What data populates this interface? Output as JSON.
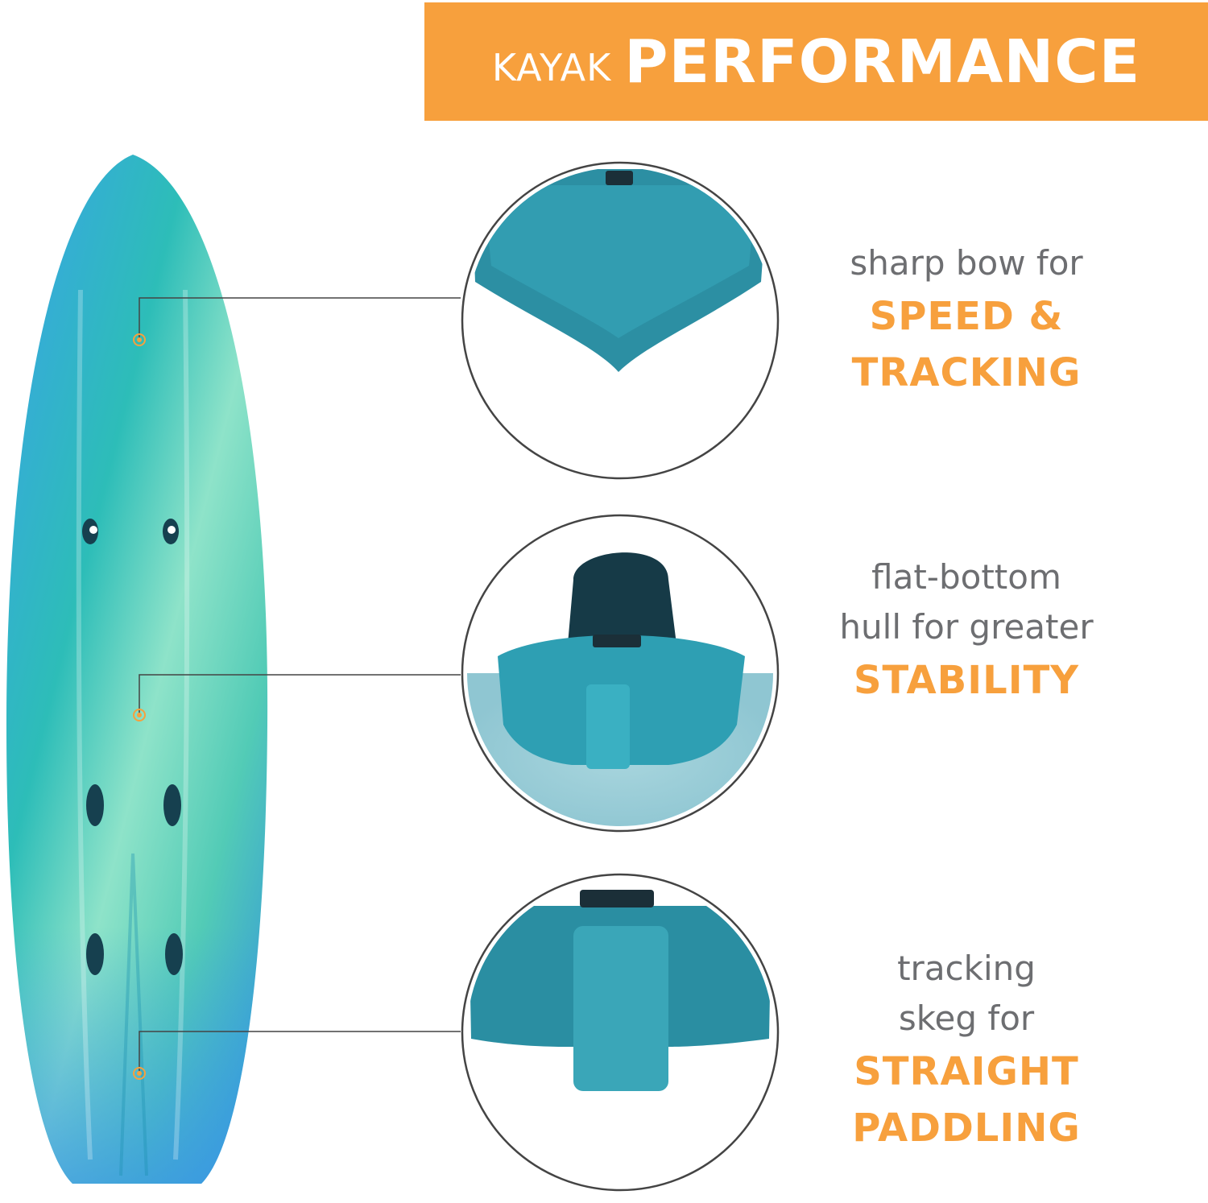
{
  "header": {
    "title_prefix": "KAYAK",
    "title_main": "PERFORMANCE",
    "banner_color": "#f7a03d"
  },
  "features": [
    {
      "pre_lines": [
        "sharp bow for"
      ],
      "highlight_lines": [
        "SPEED &",
        "TRACKING"
      ],
      "icon": "bow-icon"
    },
    {
      "pre_lines": [
        "flat-bottom",
        "hull for greater"
      ],
      "highlight_lines": [
        "STABILITY"
      ],
      "icon": "hull-icon"
    },
    {
      "pre_lines": [
        "tracking",
        "skeg for"
      ],
      "highlight_lines": [
        "STRAIGHT",
        "PADDLING"
      ],
      "icon": "skeg-icon"
    }
  ],
  "colors": {
    "accent": "#f7a03d",
    "text_gray": "#6d6e71",
    "kayak_teal": "#2aa7b8",
    "kayak_mint": "#7fe0c6",
    "kayak_blue": "#3aa0e6"
  }
}
